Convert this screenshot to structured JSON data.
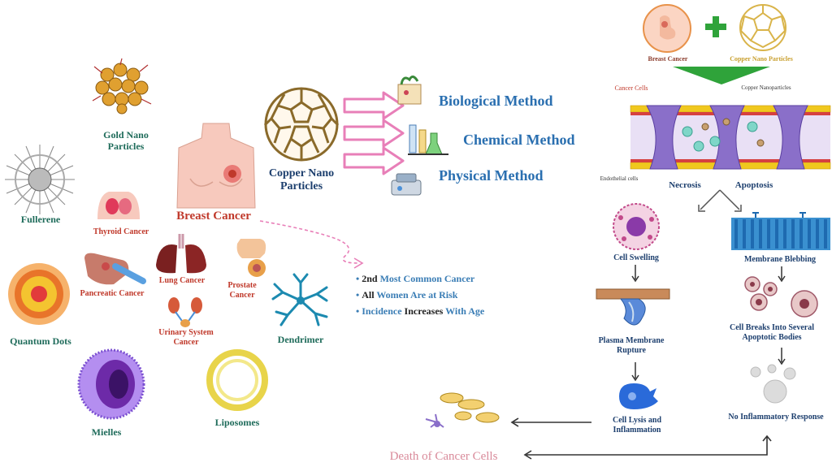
{
  "nanoparticles": {
    "gold": "Gold Nano Particles",
    "fullerene": "Fullerene",
    "quantum_dots": "Quantum Dots",
    "micelles": "Mielles",
    "liposomes": "Liposomes",
    "dendrimer": "Dendrimer",
    "copper": "Copper Nano Particles"
  },
  "cancers": {
    "breast": "Breast Cancer",
    "thyroid": "Thyroid Cancer",
    "pancreatic": "Pancreatic Cancer",
    "lung": "Lung Cancer",
    "prostate": "Prostate Cancer",
    "urinary": "Urinary System Cancer"
  },
  "methods": {
    "biological": "Biological Method",
    "chemical": "Chemical Method",
    "physical": "Physical Method"
  },
  "facts": [
    {
      "bold": "2nd",
      "rest": " Most Common Cancer"
    },
    {
      "bold": "All",
      "rest": " Women Are at Risk"
    },
    {
      "pre": "Incidence ",
      "bold": "Increases",
      "rest": " With Age"
    }
  ],
  "mechanism": {
    "top_left": "Breast Cancer",
    "top_right": "Copper Nano Particles",
    "cancer_cells": "Cancer Cells",
    "copper_np": "Copper Nanoparticles",
    "endothelial": "Endothelial cells",
    "necrosis": "Necrosis",
    "apoptosis": "Apoptosis",
    "cell_swelling": "Cell Swelling",
    "pm_rupture": "Plasma Membrane Rupture",
    "lysis": "Cell Lysis and Inflammation",
    "blebbing": "Membrane Blebbing",
    "apoptotic_bodies": "Cell Breaks Into Several Apoptotic Bodies",
    "no_inflammatory": "No Inflammatory Response",
    "death": "Death of Cancer Cells"
  },
  "colors": {
    "teal": "#1e6b5a",
    "navy": "#1d3f6e",
    "method": "#2a6fb0",
    "pink_arrow": "#e87fb8",
    "green": "#2fa33a",
    "membrane": "#8a6fc9"
  }
}
